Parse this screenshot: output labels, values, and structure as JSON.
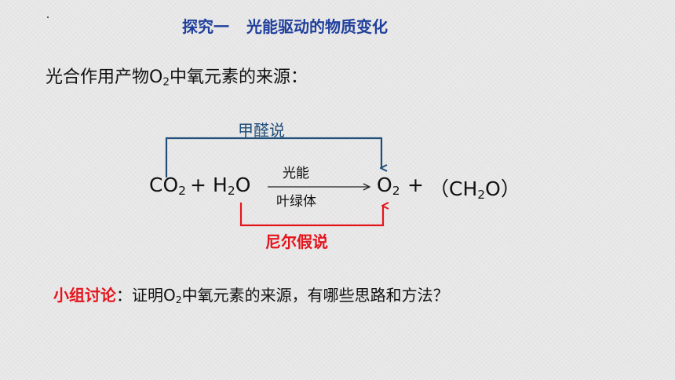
{
  "title": {
    "part1": "探究一",
    "part2": "光能驱动的物质变化"
  },
  "question1": {
    "text_before": "光合作用产物O",
    "sub": "2",
    "text_after": "中氧元素的来源："
  },
  "equation": {
    "co2": "CO",
    "co2_sub": "2",
    "plus": "+",
    "h2o_h": "H",
    "h2o_sub": "2",
    "h2o_o": "O",
    "condition_top": "光能",
    "condition_bottom": "叶绿体",
    "o2": "O",
    "o2_sub": "2",
    "ch2o_a": "（CH",
    "ch2o_sub": "2",
    "ch2o_b": "O）"
  },
  "hypothesis_blue": "甲醛说",
  "hypothesis_red": "尼尔假说",
  "question2": {
    "label": "小组讨论",
    "text_before": "：证明O",
    "sub": "2",
    "text_after": "中氧元素的来源，有哪些思路和方法？"
  },
  "colors": {
    "title": "#1f3f9c",
    "blue_arrow": "#1f4e79",
    "red": "#e4141c"
  }
}
